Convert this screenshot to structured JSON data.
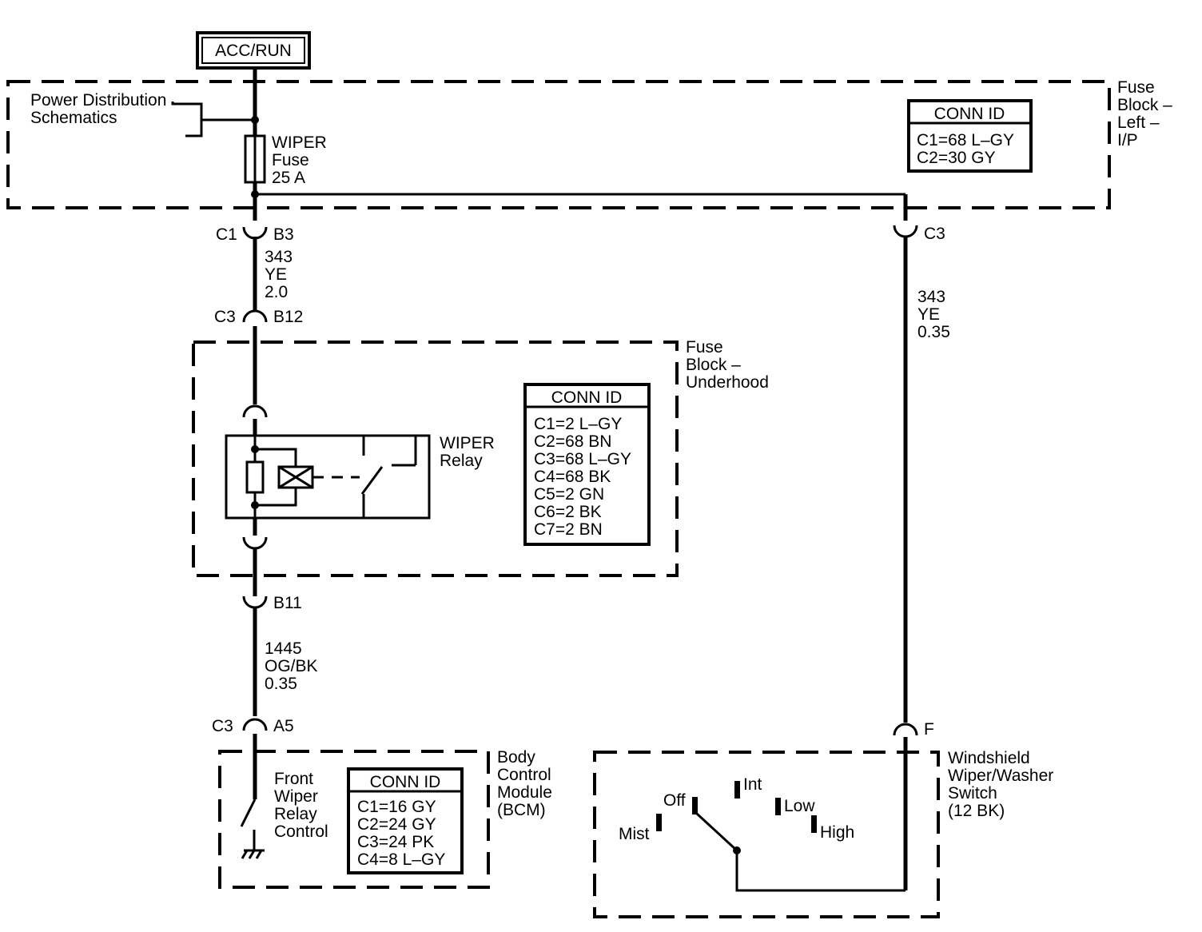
{
  "power": {
    "label": "ACC/RUN"
  },
  "fuse_block_ip": {
    "name_lines": [
      "Fuse",
      "Block –",
      "Left –",
      "I/P"
    ],
    "conn_id": {
      "title": "CONN ID",
      "rows": [
        "C1=68 L–GY",
        "C2=30 GY"
      ]
    },
    "ref_lines": [
      "Power Distribution",
      "Schematics"
    ],
    "fuse_lines": [
      "WIPER",
      "Fuse",
      "25 A"
    ]
  },
  "connectors": {
    "c1_b3": {
      "left": "C1",
      "right": "B3"
    },
    "c3_b12": {
      "left": "C3",
      "right": "B12"
    },
    "b11": {
      "right": "B11"
    },
    "c3_a5": {
      "left": "C3",
      "right": "A5"
    },
    "c3_right": {
      "right": "C3"
    },
    "f": {
      "right": "F"
    }
  },
  "wires": {
    "w343_20": [
      "343",
      "YE",
      "2.0"
    ],
    "w343_035": [
      "343",
      "YE",
      "0.35"
    ],
    "w1445": [
      "1445",
      "OG/BK",
      "0.35"
    ]
  },
  "fuse_block_underhood": {
    "name_lines": [
      "Fuse",
      "Block –",
      "Underhood"
    ],
    "relay_lines": [
      "WIPER",
      "Relay"
    ],
    "conn_id": {
      "title": "CONN ID",
      "rows": [
        "C1=2 L–GY",
        "C2=68 BN",
        "C3=68 L–GY",
        "C4=68 BK",
        "C5=2 GN",
        "C6=2 BK",
        "C7=2 BN"
      ]
    }
  },
  "bcm": {
    "name_lines": [
      "Body",
      "Control",
      "Module",
      "(BCM)"
    ],
    "control_lines": [
      "Front",
      "Wiper",
      "Relay",
      "Control"
    ],
    "conn_id": {
      "title": "CONN ID",
      "rows": [
        "C1=16 GY",
        "C2=24 GY",
        "C3=24 PK",
        "C4=8 L–GY"
      ]
    }
  },
  "switch": {
    "name_lines": [
      "Windshield",
      "Wiper/Washer",
      "Switch",
      "(12 BK)"
    ],
    "positions": {
      "mist": "Mist",
      "off": "Off",
      "int": "Int",
      "low": "Low",
      "high": "High"
    }
  }
}
